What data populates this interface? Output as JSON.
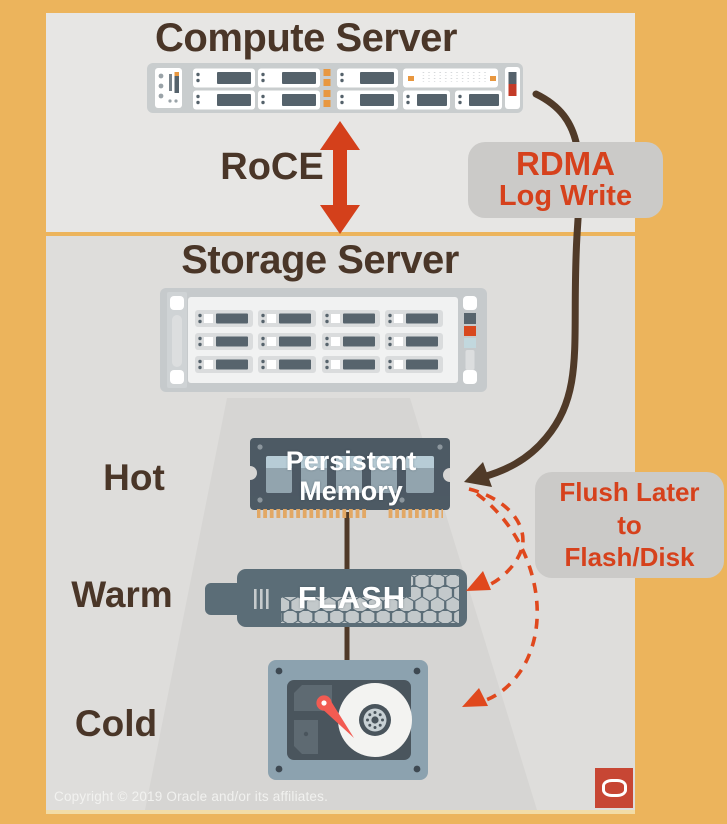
{
  "compute": {
    "title": "Compute Server"
  },
  "storage": {
    "title": "Storage Server"
  },
  "links": {
    "roce_label": "RoCE",
    "rdma_line1": "RDMA",
    "rdma_line2": "Log Write",
    "flush_line1": "Flush Later",
    "flush_line2": "to",
    "flush_line3": "Flash/Disk"
  },
  "tiers": [
    {
      "label": "Hot"
    },
    {
      "label": "Warm"
    },
    {
      "label": "Cold"
    }
  ],
  "media": {
    "pmem_line1": "Persistent",
    "pmem_line2": "Memory",
    "flash_label": "FLASH"
  },
  "footer": {
    "copyright": "Copyright © 2019 Oracle and/or its affiliates."
  },
  "colors": {
    "background": "#ECB45C",
    "panel_top": "#E7E6E4",
    "panel_bottom": "#DEDDDB",
    "funnel_gray": "#D6D5D3",
    "callout_gray": "#CBCAC8",
    "accent_red": "#D6411C",
    "dashed_red": "#E0481D",
    "text_brown": "#4A3628",
    "curve_brown": "#503A28",
    "slate": "#55626B",
    "logo_red": "#C74634"
  }
}
